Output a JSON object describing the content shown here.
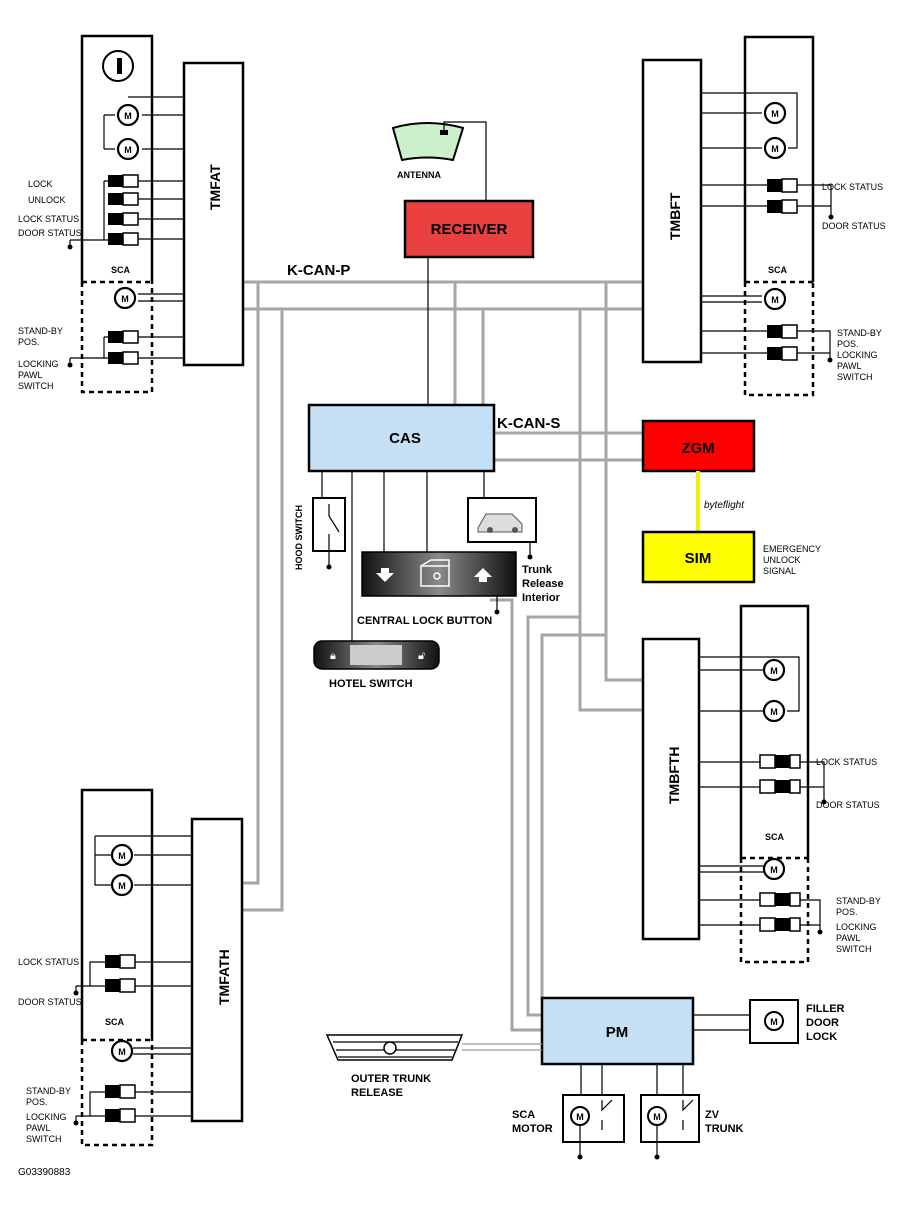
{
  "figure_id": "G03390883",
  "colors": {
    "bus": "#a6a6a6",
    "receiver": "#e8403e",
    "zgm": "#ff0000",
    "sim": "#ffff00",
    "cas": "#c5e0f5",
    "pm": "#c5e0f5",
    "antenna": "#ccefcc"
  },
  "bus": {
    "kcanp": "K-CAN-P",
    "kcans": "K-CAN-S",
    "byteflight": "byteflight"
  },
  "modules": {
    "receiver": "RECEIVER",
    "cas": "CAS",
    "zgm": "ZGM",
    "sim": "SIM",
    "pm": "PM",
    "tmfat": "TMFAT",
    "tmbft": "TMBFT",
    "tmfath": "TMFATH",
    "tmbfth": "TMBFTH"
  },
  "labels": {
    "antenna": "ANTENNA",
    "emergency1": "EMERGENCY",
    "emergency2": "UNLOCK",
    "emergency3": "SIGNAL",
    "hood_switch": "HOOD SWITCH",
    "central_lock": "CENTRAL LOCK BUTTON",
    "trunk_release1": "Trunk",
    "trunk_release2": "Release",
    "trunk_release3": "Interior",
    "hotel_switch": "HOTEL SWITCH",
    "outer_trunk1": "OUTER TRUNK",
    "outer_trunk2": "RELEASE",
    "filler1": "FILLER",
    "filler2": "DOOR",
    "filler3": "LOCK",
    "sca_motor1": "SCA",
    "sca_motor2": "MOTOR",
    "zv_trunk1": "ZV",
    "zv_trunk2": "TRUNK",
    "sca": "SCA",
    "m": "M",
    "lock": "LOCK",
    "unlock": "UNLOCK",
    "lock_status": "LOCK STATUS",
    "door_status": "DOOR STATUS",
    "lock_status_r": "LOCK STATUS",
    "door_status_r": "DOOR STATUS",
    "standby1": "STAND-BY",
    "standby2": "POS.",
    "locking1": "LOCKING",
    "locking2": "PAWL",
    "locking3": "SWITCH"
  }
}
